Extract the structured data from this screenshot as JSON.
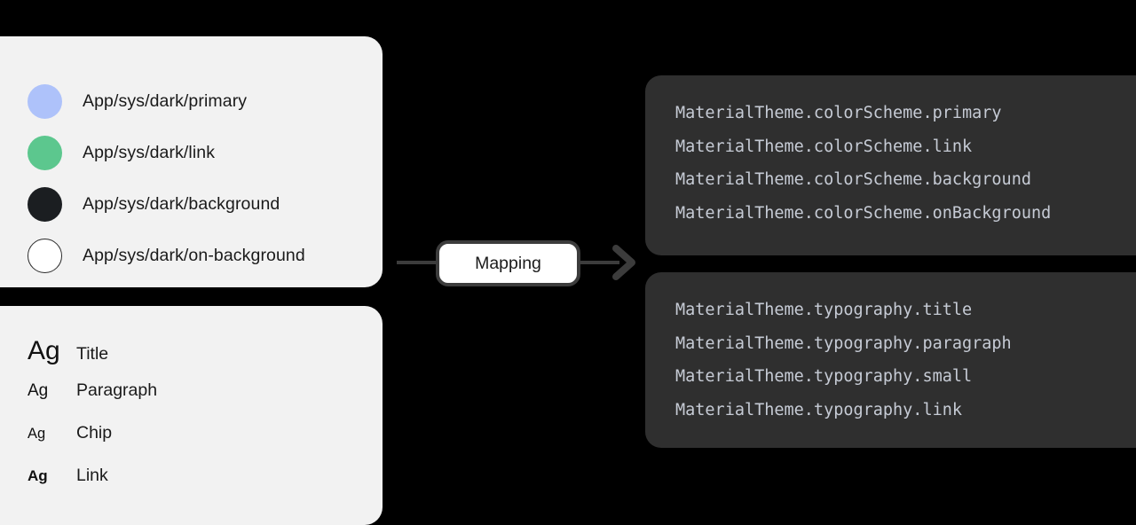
{
  "canvas": {
    "background": "#000000",
    "card_background": "#F2F2F2",
    "panel_background": "#2F2F2F",
    "panel_text_color": "#C6CBD5",
    "connector_color": "#3C3C3C"
  },
  "tokens_card": {
    "name": "design-color-tokens",
    "rows": [
      {
        "swatch_color": "#AEC2FA",
        "outlined": false,
        "label": "App/sys/dark/primary"
      },
      {
        "swatch_color": "#5CC78E",
        "outlined": false,
        "label": "App/sys/dark/link"
      },
      {
        "swatch_color": "#1B1E21",
        "outlined": false,
        "label": "App/sys/dark/background"
      },
      {
        "swatch_color": "#FFFFFF",
        "outlined": true,
        "label": "App/sys/dark/on-background"
      }
    ]
  },
  "typography_card": {
    "name": "design-typography-tokens",
    "rows": [
      {
        "sample": "Ag",
        "style": "s-title",
        "label": "Title"
      },
      {
        "sample": "Ag",
        "style": "s-paragraph",
        "label": "Paragraph"
      },
      {
        "sample": "Ag",
        "style": "s-chip",
        "label": "Chip"
      },
      {
        "sample": "Ag",
        "style": "s-link",
        "label": "Link"
      }
    ]
  },
  "connector": {
    "chip_label": "Mapping",
    "arrow_direction": "right"
  },
  "colorscheme_panel": {
    "lines": [
      "MaterialTheme.colorScheme.primary",
      "MaterialTheme.colorScheme.link",
      "MaterialTheme.colorScheme.background",
      "MaterialTheme.colorScheme.onBackground"
    ]
  },
  "typography_panel": {
    "lines": [
      "MaterialTheme.typography.title",
      "MaterialTheme.typography.paragraph",
      "MaterialTheme.typography.small",
      "MaterialTheme.typography.link"
    ]
  }
}
